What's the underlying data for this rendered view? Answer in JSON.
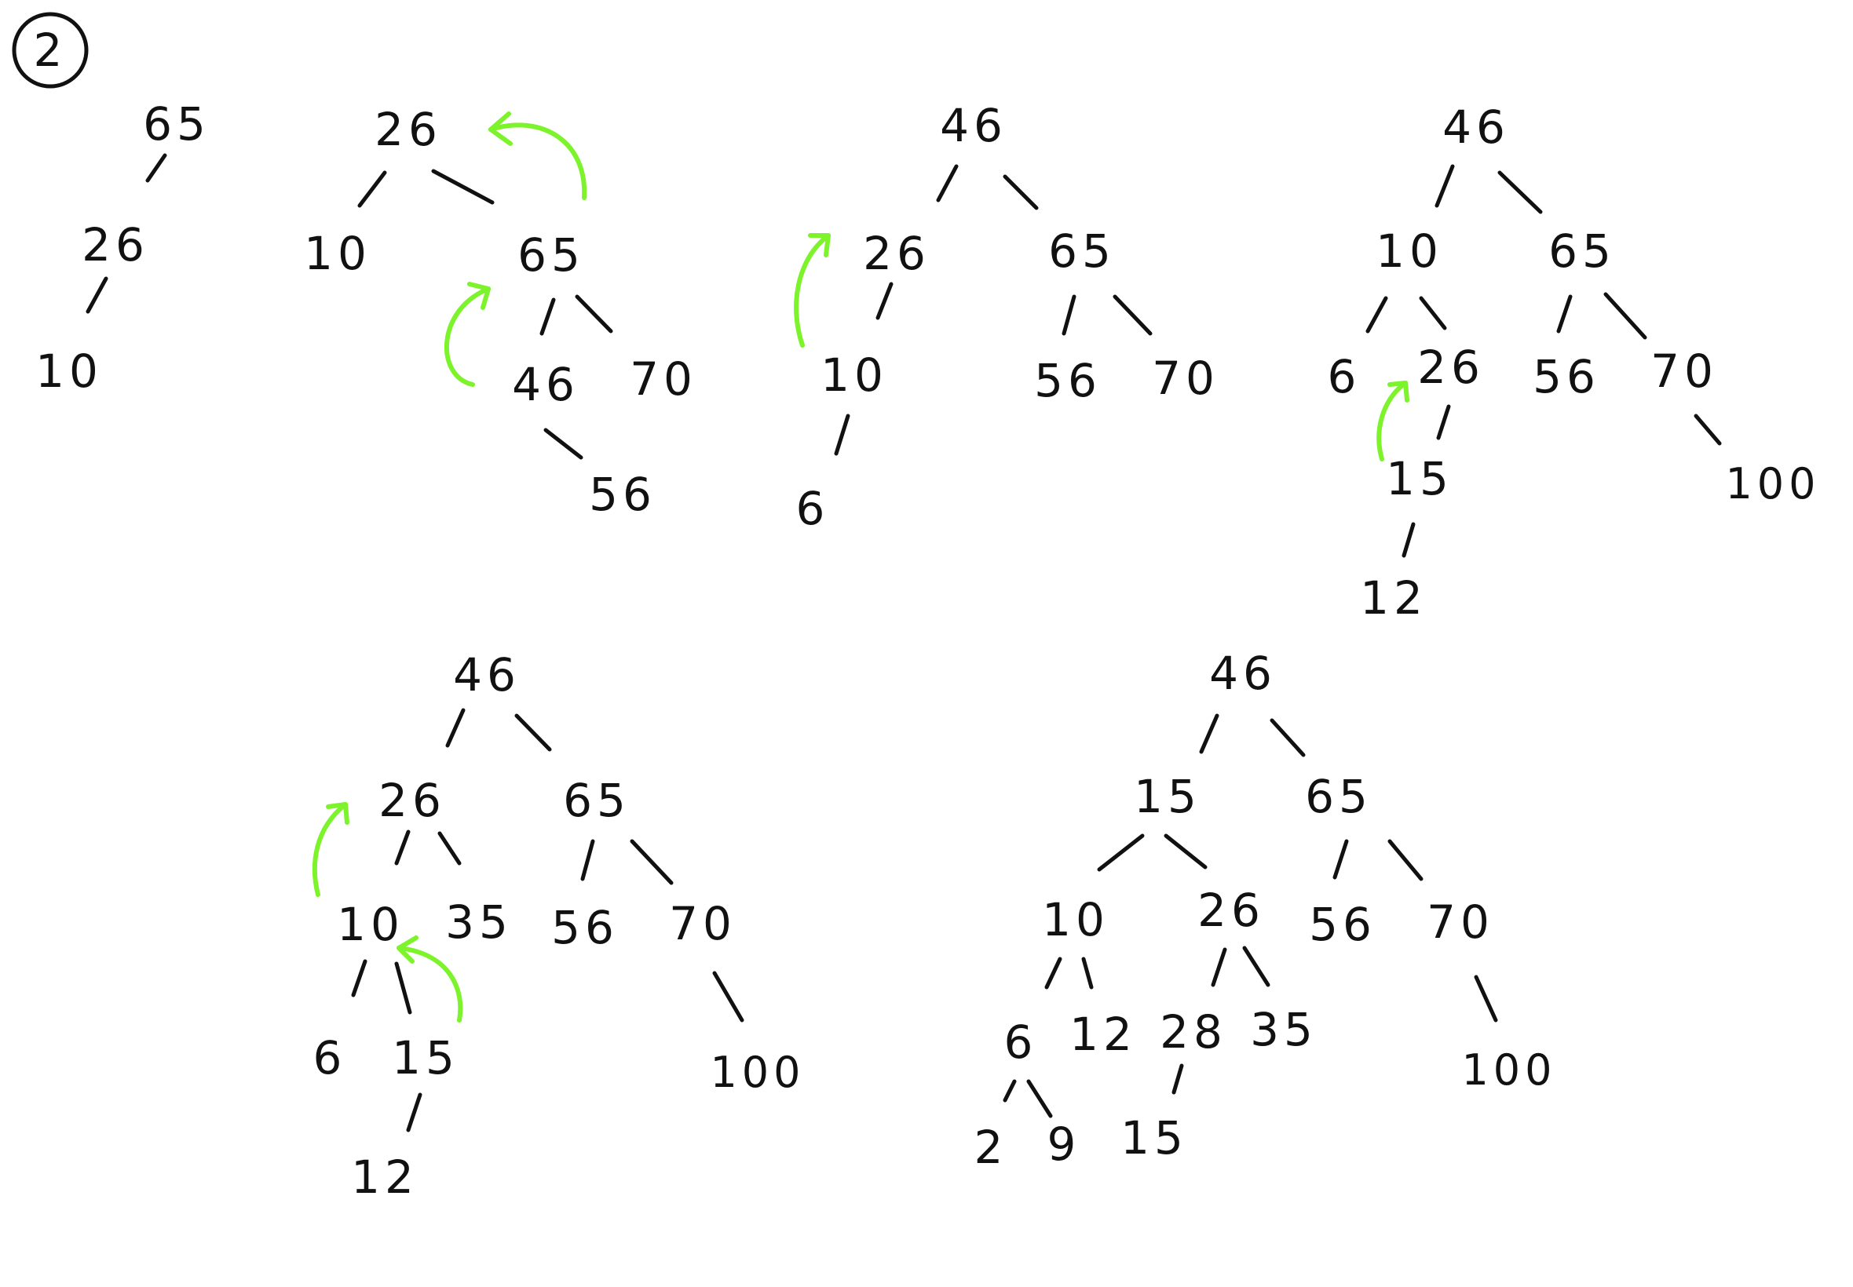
{
  "step_label": "2",
  "colors": {
    "ink": "#111111",
    "arrow": "#7cf32a",
    "background": "#ffffff"
  },
  "trees": [
    {
      "nodes": [
        "65",
        "26",
        "10"
      ]
    },
    {
      "nodes": [
        "26",
        "10",
        "65",
        "46",
        "70",
        "56"
      ]
    },
    {
      "nodes": [
        "46",
        "26",
        "65",
        "10",
        "56",
        "70",
        "6"
      ]
    },
    {
      "nodes": [
        "46",
        "10",
        "65",
        "6",
        "26",
        "56",
        "70",
        "15",
        "100",
        "12"
      ]
    },
    {
      "nodes": [
        "46",
        "26",
        "65",
        "10",
        "35",
        "56",
        "70",
        "6",
        "15",
        "100",
        "12"
      ]
    },
    {
      "nodes": [
        "46",
        "15",
        "65",
        "10",
        "26",
        "56",
        "70",
        "6",
        "12",
        "28",
        "35",
        "100",
        "2",
        "9",
        "15"
      ]
    }
  ]
}
